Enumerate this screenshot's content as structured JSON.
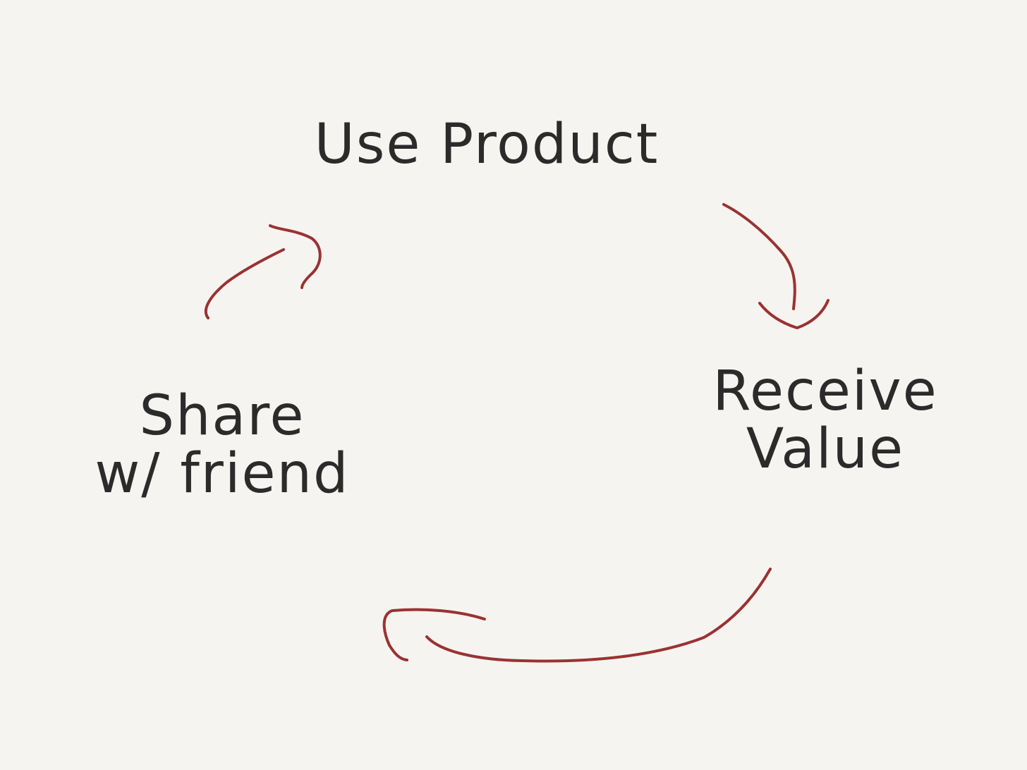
{
  "diagram": {
    "type": "cycle",
    "nodes": [
      {
        "id": "use-product",
        "lines": [
          "Use Product"
        ]
      },
      {
        "id": "receive-value",
        "lines": [
          "Receive",
          "Value"
        ]
      },
      {
        "id": "share",
        "lines": [
          "Share",
          "w/ friend"
        ]
      }
    ],
    "edges": [
      {
        "from": "use-product",
        "to": "receive-value"
      },
      {
        "from": "receive-value",
        "to": "share"
      },
      {
        "from": "share",
        "to": "use-product"
      }
    ]
  },
  "colors": {
    "background": "#f6f4f0",
    "text": "#2b2b2b",
    "arrow": "#9a3232"
  }
}
